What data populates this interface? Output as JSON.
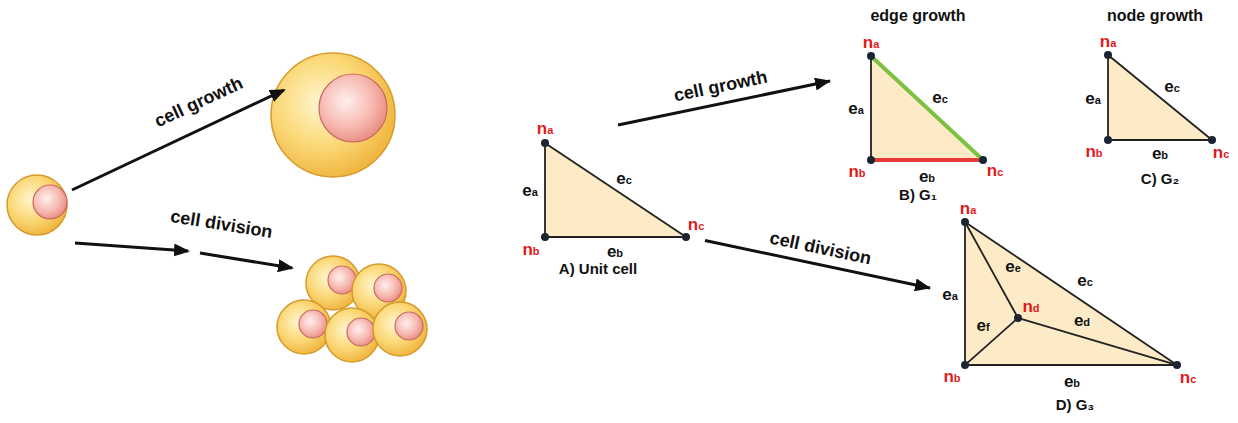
{
  "diagram": {
    "nodes": [
      {
        "text": [
          "A) Unit cell"
        ]
      },
      {
        "text": [
          "na"
        ],
        "in": 0
      },
      {
        "text": [
          "nb"
        ],
        "in": 0
      },
      {
        "text": [
          "nc"
        ],
        "in": 0
      },
      {
        "text": [
          "B) G₁"
        ]
      },
      {
        "text": [
          "na"
        ],
        "in": 4
      },
      {
        "text": [
          "nb"
        ],
        "in": 4
      },
      {
        "text": [
          "nc"
        ],
        "in": 4
      },
      {
        "text": [
          "C) G₂"
        ]
      },
      {
        "text": [
          "na"
        ],
        "in": 8
      },
      {
        "text": [
          "nb"
        ],
        "in": 8
      },
      {
        "text": [
          "nc"
        ],
        "in": 8
      },
      {
        "text": [
          "D) G₃"
        ]
      },
      {
        "text": [
          "na"
        ],
        "in": 12
      },
      {
        "text": [
          "nb"
        ],
        "in": 12
      },
      {
        "text": [
          "nc"
        ],
        "in": 12
      },
      {
        "text": [
          "nd"
        ],
        "in": 12
      }
    ],
    "edges": [
      {
        "from": 0,
        "to": 4,
        "arrow": "to",
        "label": "cell growth"
      },
      {
        "from": 0,
        "to": 12,
        "arrow": "to",
        "label": "cell division"
      },
      {
        "from": 1,
        "to": 2,
        "arrow": "none",
        "label": "ea"
      },
      {
        "from": 2,
        "to": 3,
        "arrow": "none",
        "label": "eb"
      },
      {
        "from": 1,
        "to": 3,
        "arrow": "none",
        "label": "ec"
      },
      {
        "from": 5,
        "to": 6,
        "arrow": "none",
        "label": "ea"
      },
      {
        "from": 6,
        "to": 7,
        "arrow": "none",
        "label": "eb"
      },
      {
        "from": 5,
        "to": 7,
        "arrow": "none",
        "label": "ec"
      },
      {
        "from": 9,
        "to": 10,
        "arrow": "none",
        "label": "ea"
      },
      {
        "from": 10,
        "to": 11,
        "arrow": "none",
        "label": "eb"
      },
      {
        "from": 9,
        "to": 11,
        "arrow": "none",
        "label": "ec"
      },
      {
        "from": 13,
        "to": 14,
        "arrow": "none",
        "label": "ea"
      },
      {
        "from": 14,
        "to": 15,
        "arrow": "none",
        "label": "eb"
      },
      {
        "from": 13,
        "to": 15,
        "arrow": "none",
        "label": "ec"
      },
      {
        "from": 15,
        "to": 16,
        "arrow": "none",
        "label": "ed"
      },
      {
        "from": 13,
        "to": 16,
        "arrow": "none",
        "label": "ee"
      },
      {
        "from": 14,
        "to": 16,
        "arrow": "none",
        "label": "ef"
      }
    ],
    "labels": [
      "cell growth",
      "cell division",
      "edge growth",
      "node growth"
    ]
  }
}
